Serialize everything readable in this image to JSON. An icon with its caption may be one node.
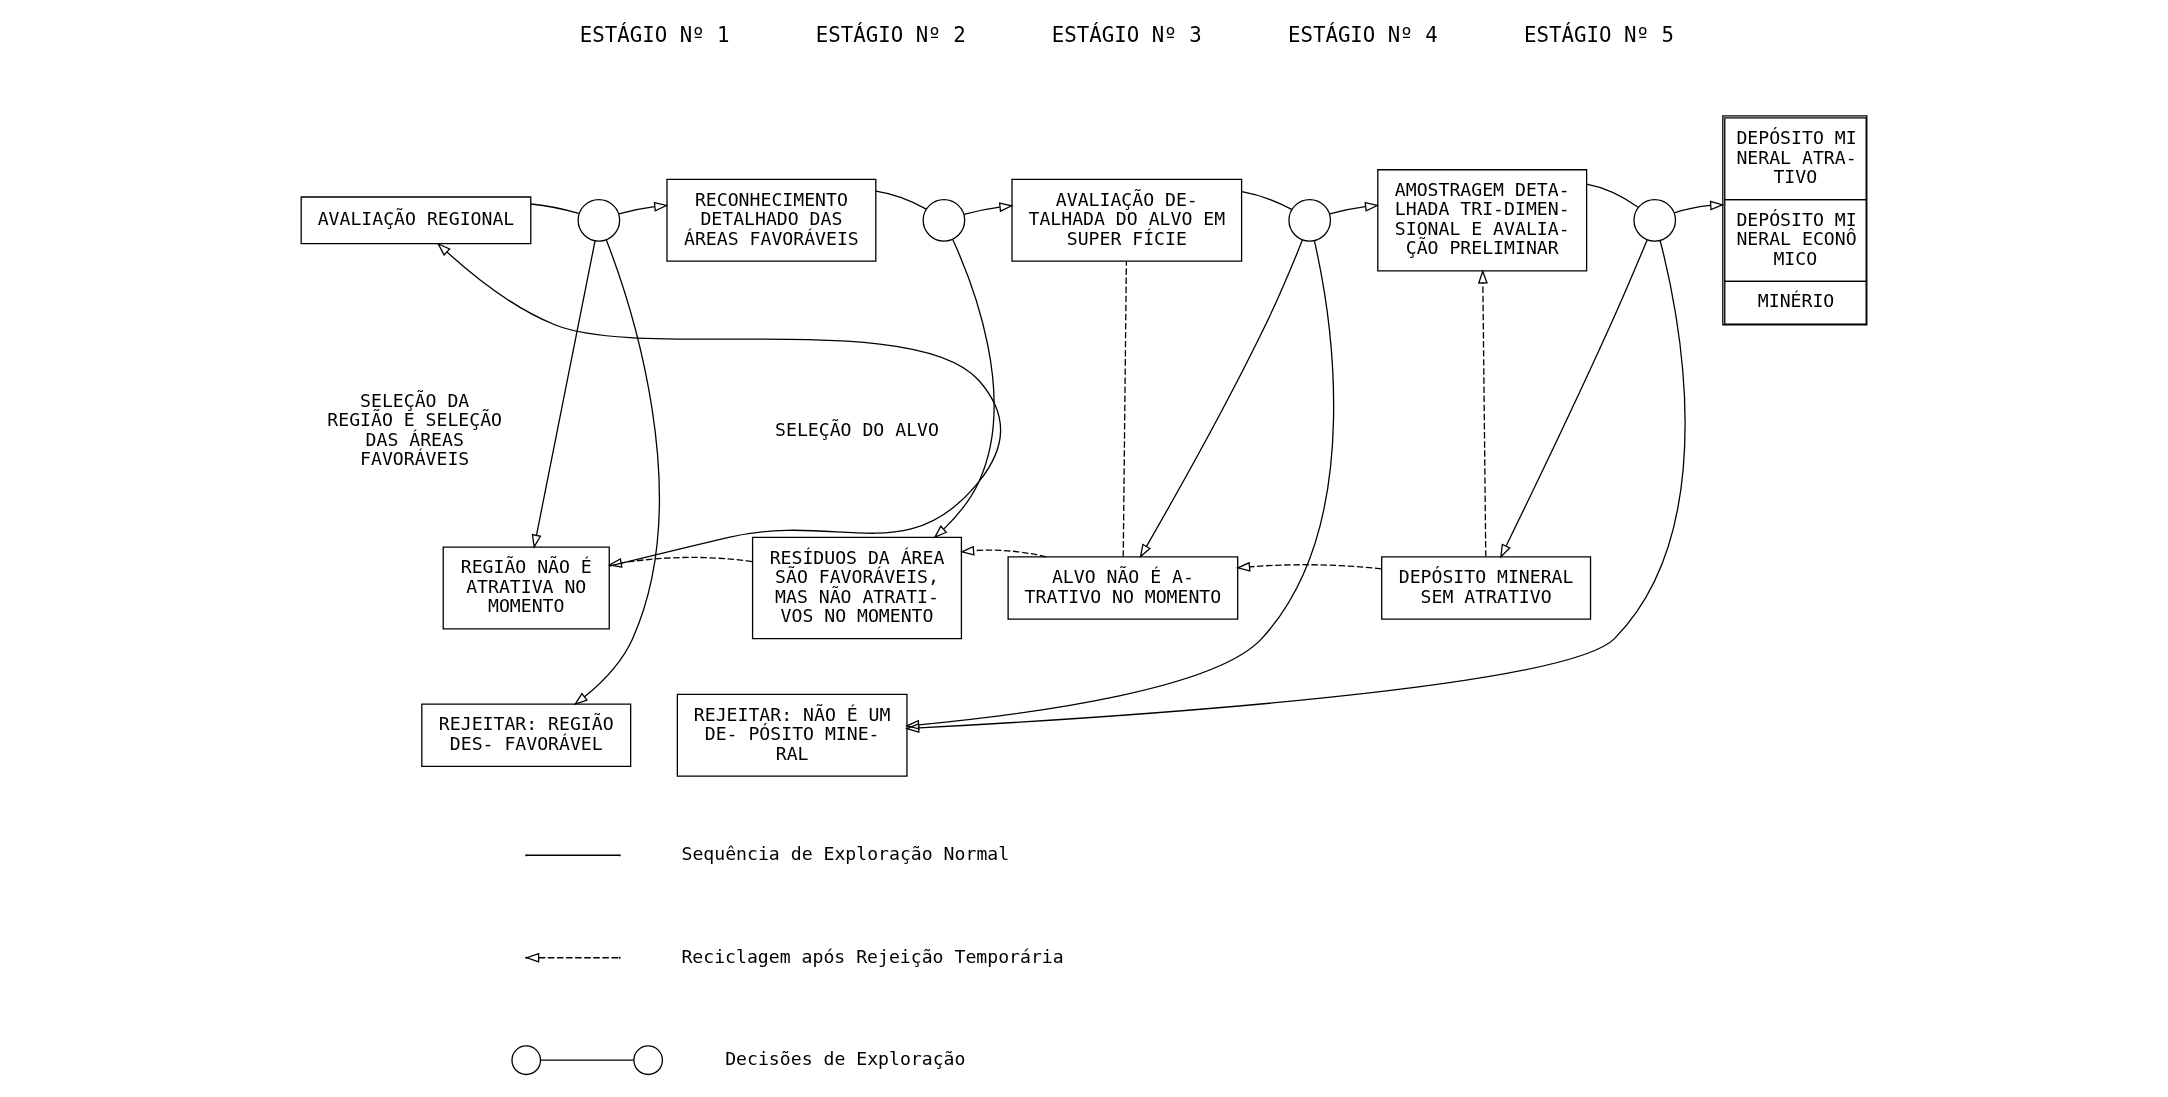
{
  "diagram": {
    "nodes": [
      {
        "text": [
          "AVALIAÇÃO REGIONAL"
        ]
      },
      {
        "text": [],
        "shape": "circle"
      },
      {
        "text": [
          "RECONHECIMENTO DETALHADO DAS ÁREAS FAVORÁVEIS"
        ]
      },
      {
        "text": [],
        "shape": "circle"
      },
      {
        "text": [
          "AVALIAÇÃO DE- TALHADA DO ALVO EM SUPER FÍCIE"
        ]
      },
      {
        "text": [],
        "shape": "circle"
      },
      {
        "text": [
          "AMOSTRAGEM DETA- LHADA TRI-DIMEN- SIONAL E AVALIA- ÇÃO PRELIMINAR"
        ]
      },
      {
        "text": [],
        "shape": "circle"
      },
      {
        "text": [
          "DEPÓSITO MI NERAL ATRA- TIVO",
          "DEPÓSITO MI NERAL ECONÔ MICO",
          "MINÉRIO"
        ]
      },
      {
        "text": [
          "REGIÃO NÃO É ATRATIVA NO MOMENTO"
        ]
      },
      {
        "text": [
          "RESÍDUOS DA ÁREA SÃO FAVORÁVEIS, MAS NÃO ATRATI- VOS NO MOMENTO"
        ]
      },
      {
        "text": [
          "ALVO NÃO É A- TRATIVO NO MOMENTO"
        ]
      },
      {
        "text": [
          "DEPÓSITO MINERAL SEM ATRATIVO"
        ]
      },
      {
        "text": [
          "REJEITAR: REGIÃO DES- FAVORÁVEL"
        ]
      },
      {
        "text": [
          "REJEITAR: NÃO É UM DE- PÓSITO MINE- RAL"
        ]
      }
    ],
    "edges": [
      {
        "from": 9,
        "to": 0,
        "arrow": "to"
      },
      {
        "from": 0,
        "to": 1,
        "arrow": "none"
      },
      {
        "from": 1,
        "to": 2,
        "arrow": "to"
      },
      {
        "from": 1,
        "to": 9,
        "arrow": "to"
      },
      {
        "from": 1,
        "to": 13,
        "arrow": "to"
      },
      {
        "from": 2,
        "to": 3,
        "arrow": "none"
      },
      {
        "from": 3,
        "to": 4,
        "arrow": "to"
      },
      {
        "from": 3,
        "to": 10,
        "arrow": "to"
      },
      {
        "from": 10,
        "to": 9,
        "arrow": "to",
        "style": "dashed"
      },
      {
        "from": 11,
        "to": 10,
        "arrow": "to",
        "style": "dashed"
      },
      {
        "from": 11,
        "to": 4,
        "arrow": "none",
        "style": "dashed"
      },
      {
        "from": 4,
        "to": 5,
        "arrow": "none"
      },
      {
        "from": 5,
        "to": 6,
        "arrow": "to"
      },
      {
        "from": 5,
        "to": 11,
        "arrow": "to"
      },
      {
        "from": 5,
        "to": 14,
        "arrow": "to"
      },
      {
        "from": 12,
        "to": 11,
        "arrow": "to",
        "style": "dashed"
      },
      {
        "from": 12,
        "to": 6,
        "arrow": "to",
        "style": "dashed"
      },
      {
        "from": 6,
        "to": 7,
        "arrow": "none"
      },
      {
        "from": 7,
        "to": 8,
        "arrow": "to"
      },
      {
        "from": 7,
        "to": 12,
        "arrow": "to"
      },
      {
        "from": 7,
        "to": 14,
        "arrow": "to"
      }
    ],
    "labels": [
      "ESTÁGIO Nº 1",
      "ESTÁGIO Nº 2",
      "ESTÁGIO Nº 3",
      "ESTÁGIO Nº 4",
      "ESTÁGIO Nº 5",
      "SELEÇÃO DA REGIÃO E SELEÇÃO DAS ÁREAS FAVORÁVEIS",
      "SELEÇÃO DO ALVO"
    ],
    "legend": [
      {
        "text": "Sequência de Exploração Normal"
      },
      {
        "text": "Reciclagem após Rejeição Temporária"
      },
      {
        "text": "Decisões de Exploração"
      }
    ]
  }
}
